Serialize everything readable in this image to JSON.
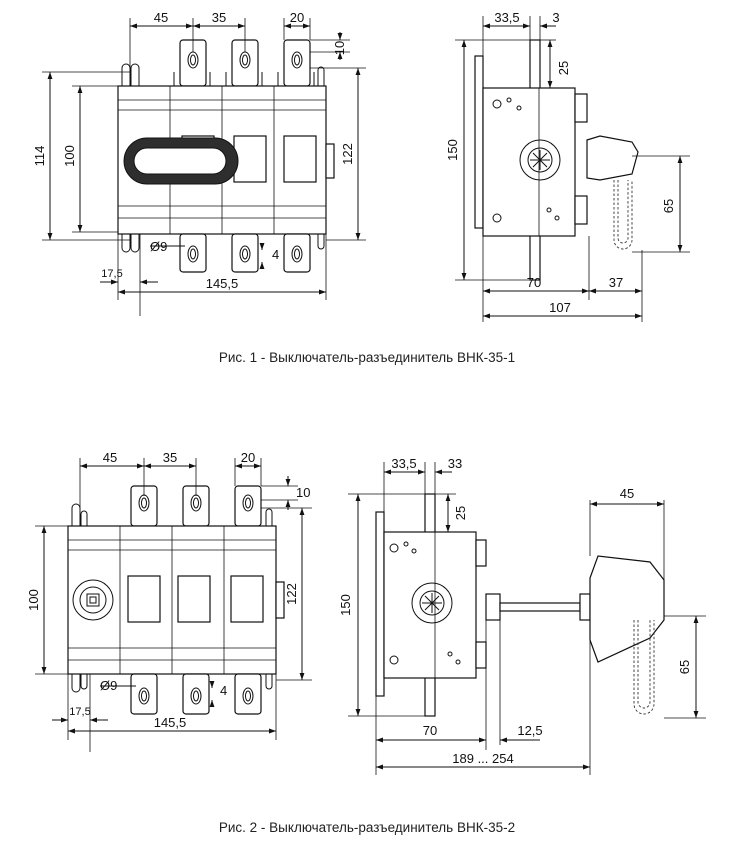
{
  "figures": [
    {
      "caption": "Рис. 1 - Выключатель-разъединитель ВНК-35-1",
      "front_view": {
        "dims": {
          "pitch_a": "45",
          "pitch_b": "35",
          "term_w": "20",
          "term_top": "10",
          "h_outer": "114",
          "h_inner": "100",
          "h_right": "122",
          "hole": "Ø9",
          "gap": "4",
          "offset": "17,5",
          "width": "145,5"
        }
      },
      "side_view": {
        "dims": {
          "top_a": "33,5",
          "top_b": "3",
          "vert_25": "25",
          "height": "150",
          "handle_travel": "65",
          "depth": "70",
          "handle_len": "37",
          "total": "107"
        }
      }
    },
    {
      "caption": "Рис. 2 - Выключатель-разъединитель ВНК-35-2",
      "front_view": {
        "dims": {
          "pitch_a": "45",
          "pitch_b": "35",
          "term_w": "20",
          "term_top": "10",
          "h_inner": "100",
          "h_right": "122",
          "hole": "Ø9",
          "gap": "4",
          "offset": "17,5",
          "width": "145,5"
        }
      },
      "side_view": {
        "dims": {
          "top_a": "33,5",
          "top_b": "33",
          "vert_25": "25",
          "height": "150",
          "handle_w": "45",
          "handle_travel": "65",
          "depth": "70",
          "shaft": "12,5",
          "total": "189 ... 254"
        }
      }
    }
  ]
}
